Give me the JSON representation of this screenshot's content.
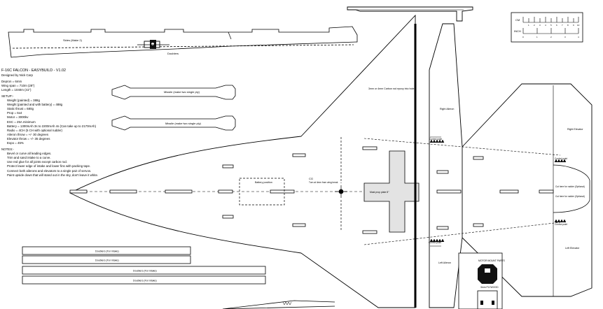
{
  "title": {
    "name": "F-16C FALCON - EASYBUILD - V1.02",
    "designer": "Designed by Nick Carp"
  },
  "specs": {
    "depron": "Depron = 6mm",
    "wingspan": "Wing span = 710m (28\")",
    "length": "Length = 1040m (41\")"
  },
  "setup": {
    "header": "SETUP:-",
    "items": [
      "Weight (painted) = 388g",
      "Weight (painted and with battery) = 488g",
      "Static thrust = 680g",
      "Prop = 6x4",
      "Motor = 3000kv",
      "ESC = 25A minimum",
      "Battery = 1300mAh 3s to 2200mAh 4s (Can take up to 2170mAh)",
      "Radio = 4CH (5 CH with optional rudder)",
      "Aileron throw = +/- 30 degrees",
      "Elevator throw = +/- 35 degrees",
      "Expo = 45%"
    ]
  },
  "notes": {
    "header": "NOTES:-",
    "items": [
      "Bevel or curve all leading edges.",
      "Trim and sand intake to a curve.",
      "Use red glue for all joints except carbon rod.",
      "Protect lower edge of intake and lower fins with packing tape.",
      "Connect both ailerons and elevators to a single pair of servos.",
      "Paint upside down that will stand out in the sky, don't leave it white."
    ]
  },
  "labels": {
    "sides": "Sides (Make 2)",
    "doublers_top": "Doublers",
    "missile_1": "Missile (make two single ply)",
    "missile_2": "Missile (make two single ply)",
    "battery_position": "Battery position",
    "cg": "CG",
    "cg_note": "Turn at 4mm from wing break",
    "carbon_rod": "3mm or 4mm Carbon rod epoxy into holes",
    "right_aileron": "Right Aileron",
    "left_aileron": "Left Aileron",
    "control_point": "Control point",
    "right_elevator": "Right Elevator",
    "left_elevator": "Left Elevator",
    "cut_rudder": "Cut here for rudder (Optional)",
    "motor_mount_plate": "Mast prop plate 8\"",
    "motor_mount_parts": "MOTOR MOUNT PARTS",
    "plywood": "3mm PLYWOOD",
    "doublers_1": "Doublers (For intake)",
    "doublers_2": "Doublers (For intake)",
    "doublers_3": "Doublers (For intake)",
    "doublers_4": "Doublers (For intake)"
  },
  "scale": {
    "cm_label": "CM",
    "inch_label": "INCH",
    "cm_ticks": [
      "1",
      "2",
      "3",
      "4",
      "5",
      "6",
      "7",
      "8",
      "9",
      "10"
    ],
    "inch_ticks": [
      "0",
      "1",
      "2",
      "3",
      "4"
    ]
  }
}
